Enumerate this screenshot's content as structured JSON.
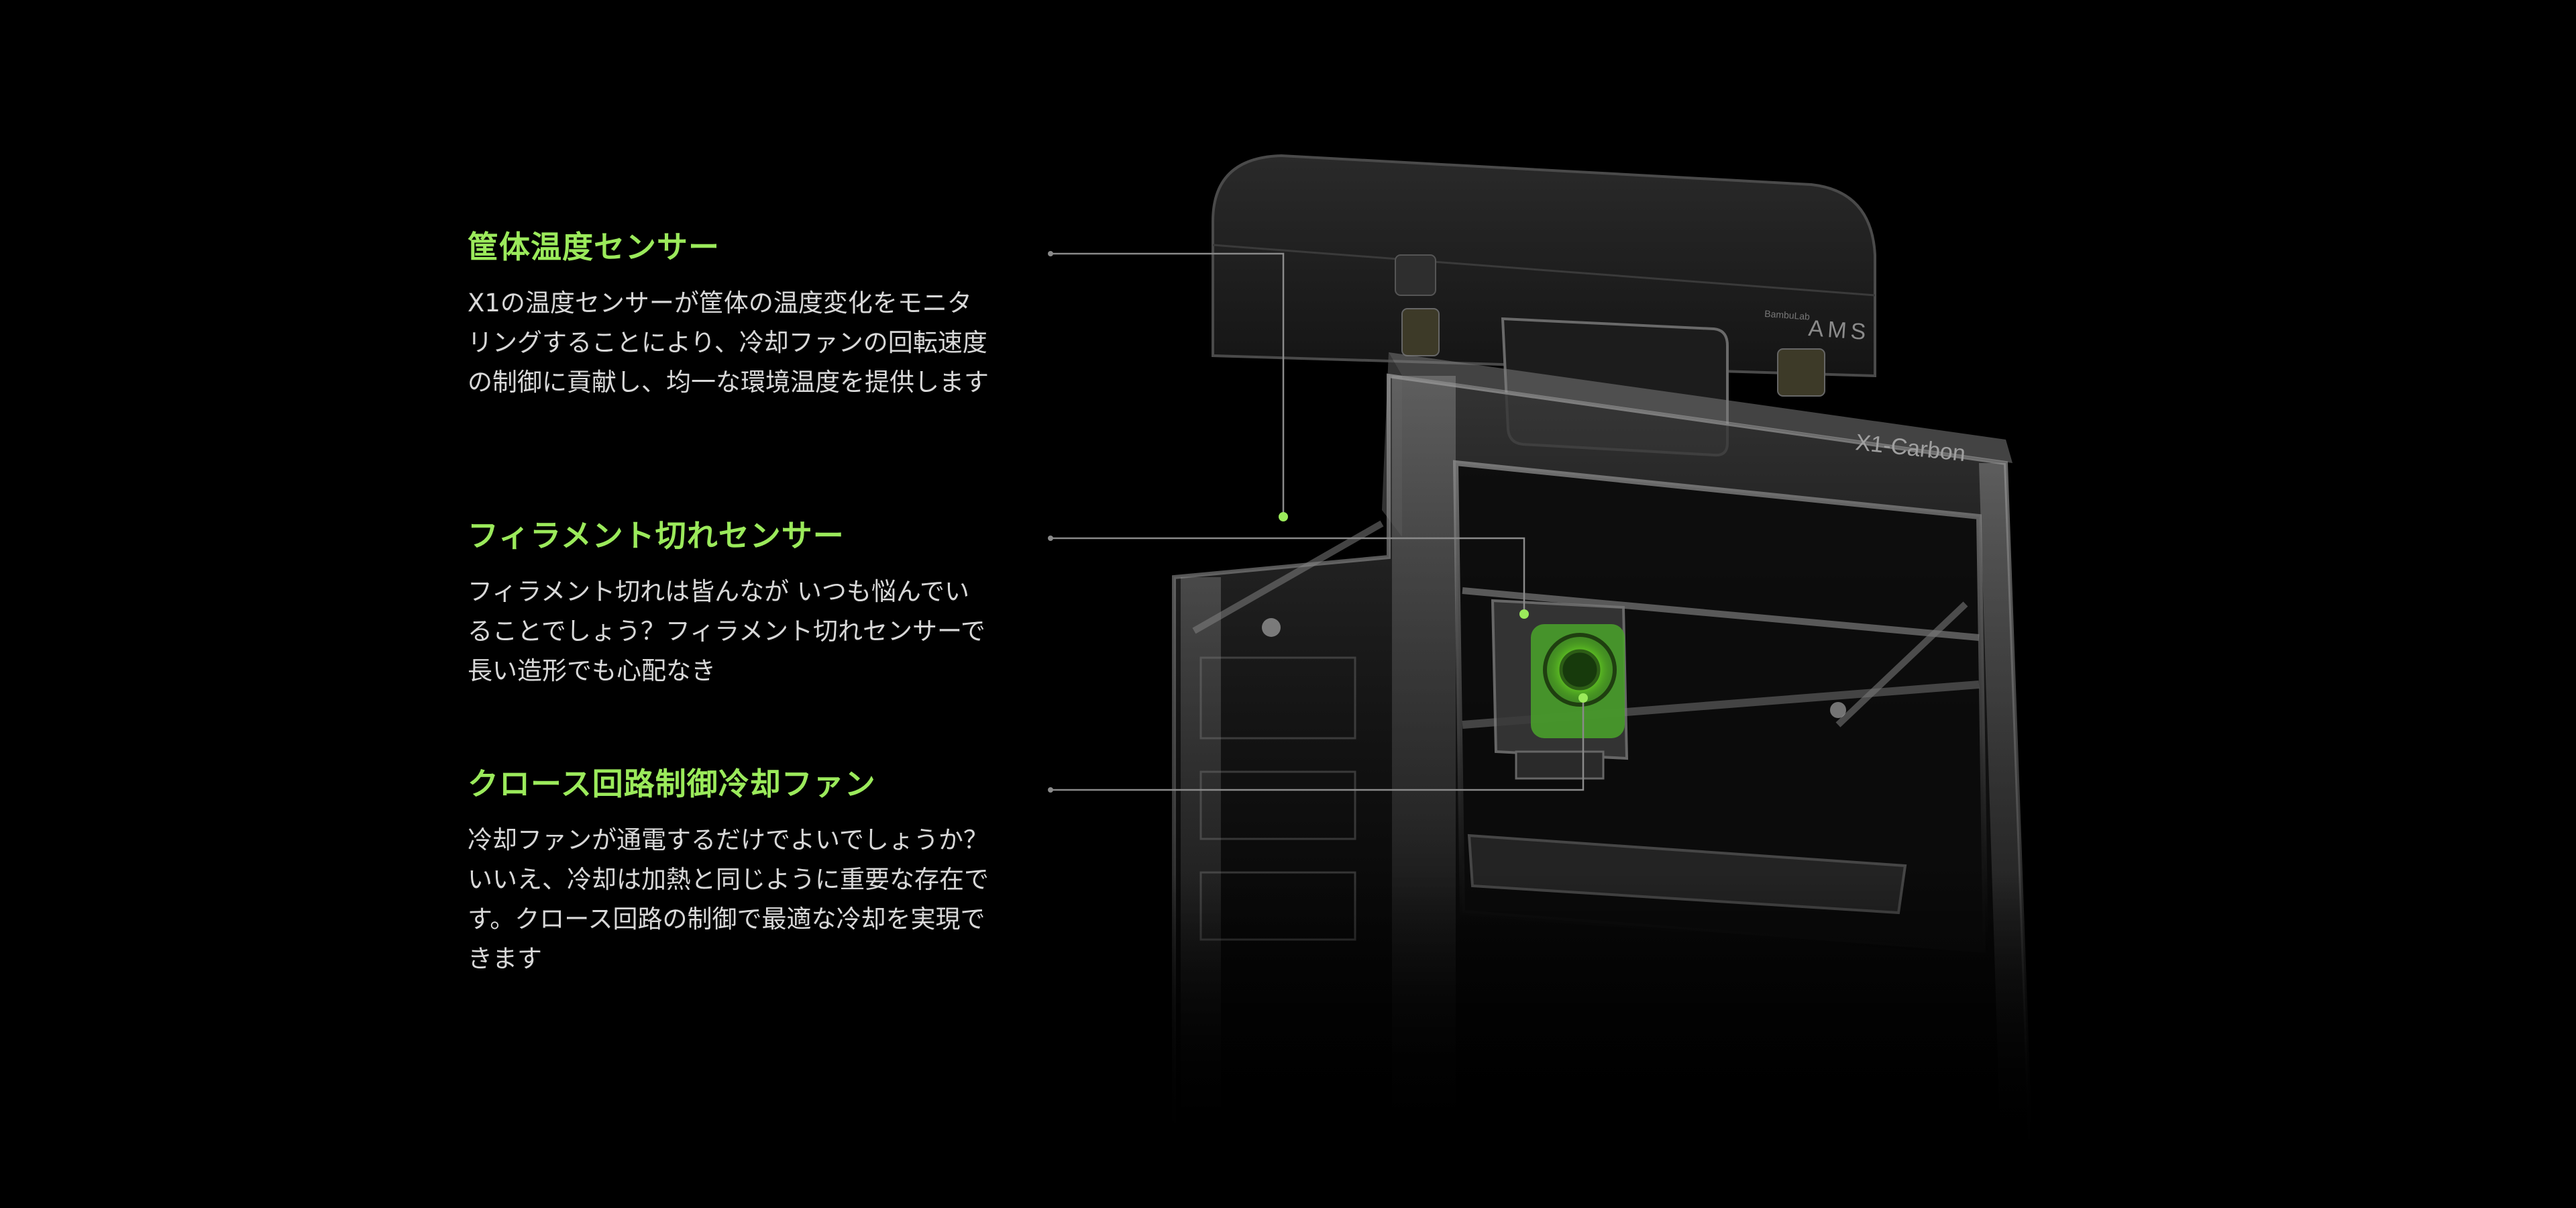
{
  "features": [
    {
      "title": "筐体温度センサー",
      "description": "X1の温度センサーが筐体の温度変化をモニタリングすることにより、冷却ファンの回転速度の制御に貢献し、均一な環境温度を提供します"
    },
    {
      "title": "フィラメント切れセンサー",
      "description": "フィラメント切れは皆んなが いつも悩んでいることでしょう？フィラメント切れセンサーで長い造形でも心配なき"
    },
    {
      "title": "クロース回路制御冷却ファン",
      "description": "冷却ファンが通電するだけでよいでしょうか？いいえ、冷却は加熱と同じように重要な存在です。クロース回路の制御で最適な冷却を実現できます"
    }
  ],
  "printer": {
    "ams_label": "AMS",
    "model_label": "X1-Carbon",
    "brand_small_label": "BambuLab"
  },
  "colors": {
    "accent": "#9bea5b",
    "background": "#000000",
    "body_text": "#d8d8d8",
    "callout_line": "#8a8a8a"
  }
}
